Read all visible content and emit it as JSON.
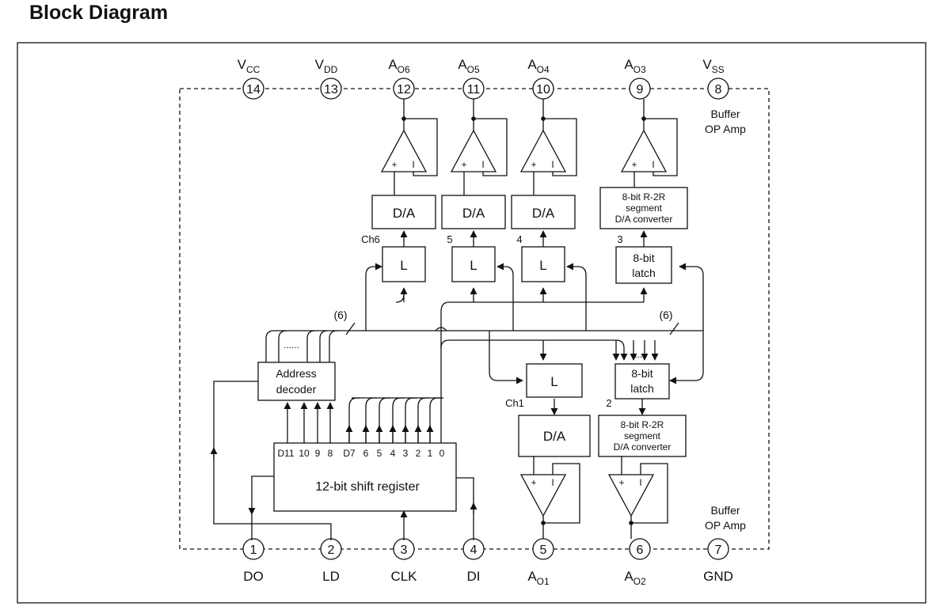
{
  "title": "Block Diagram",
  "top_pins": [
    {
      "number": "14",
      "label": "V",
      "sub": "CC"
    },
    {
      "number": "13",
      "label": "V",
      "sub": "DD"
    },
    {
      "number": "12",
      "label": "A",
      "sub": "O6"
    },
    {
      "number": "11",
      "label": "A",
      "sub": "O5"
    },
    {
      "number": "10",
      "label": "A",
      "sub": "O4"
    },
    {
      "number": "9",
      "label": "A",
      "sub": "O3"
    },
    {
      "number": "8",
      "label": "V",
      "sub": "SS"
    }
  ],
  "bottom_pins": [
    {
      "number": "1",
      "label": "DO",
      "sub": ""
    },
    {
      "number": "2",
      "label": "LD",
      "sub": ""
    },
    {
      "number": "3",
      "label": "CLK",
      "sub": ""
    },
    {
      "number": "4",
      "label": "DI",
      "sub": ""
    },
    {
      "number": "5",
      "label": "A",
      "sub": "O1"
    },
    {
      "number": "6",
      "label": "A",
      "sub": "O2"
    },
    {
      "number": "7",
      "label": "GND",
      "sub": ""
    }
  ],
  "buffer_label": [
    "Buffer",
    "OP Amp"
  ],
  "top_channels": [
    {
      "channel": "Ch6",
      "da": "D/A",
      "latch": "L"
    },
    {
      "channel": "5",
      "da": "D/A",
      "latch": "L"
    },
    {
      "channel": "4",
      "da": "D/A",
      "latch": "L"
    },
    {
      "channel": "3",
      "da": [
        "8-bit R-2R",
        "segment",
        "D/A converter"
      ],
      "latch": [
        "8-bit",
        "latch"
      ]
    }
  ],
  "bottom_channels": [
    {
      "channel": "Ch1",
      "da": "D/A",
      "latch": "L"
    },
    {
      "channel": "2",
      "da": [
        "8-bit R-2R",
        "segment",
        "D/A converter"
      ],
      "latch": [
        "8-bit",
        "latch"
      ]
    }
  ],
  "address_decoder": [
    "Address",
    "decoder"
  ],
  "shift_register": "12-bit shift register",
  "register_bits": [
    "D11",
    "10",
    "9",
    "8",
    "D7",
    "6",
    "5",
    "4",
    "3",
    "2",
    "1",
    "0"
  ],
  "bus_labels": [
    "(6)",
    "(6)"
  ],
  "ellipsis": "......",
  "ellipsis_small": "....",
  "opamp_signs": [
    "+",
    "I"
  ]
}
